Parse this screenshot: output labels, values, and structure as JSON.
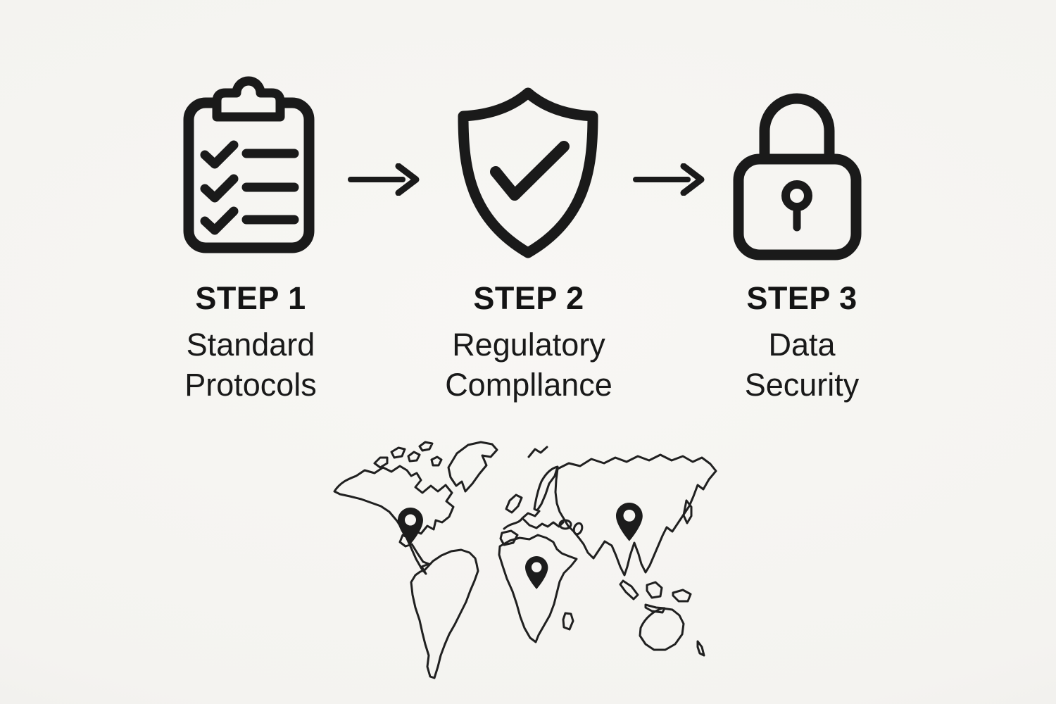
{
  "meta": {
    "background_color": "#f5f4f1",
    "ink_color": "#1a1a1a",
    "layout": "three-step-process-infographic-with-world-map"
  },
  "steps": [
    {
      "label": "STEP 1",
      "title": "Standard\nProtocols",
      "icon": "clipboard-checklist-icon"
    },
    {
      "label": "STEP 2",
      "title": "Regulatory\nCompllance",
      "icon": "shield-check-icon"
    },
    {
      "label": "STEP 3",
      "title": "Data\nSecurity",
      "icon": "padlock-icon"
    }
  ],
  "connectors": [
    {
      "icon": "arrow-right-icon"
    },
    {
      "icon": "arrow-right-icon"
    }
  ],
  "map": {
    "icon": "world-map-sketch",
    "pins": [
      {
        "icon": "map-pin-icon",
        "region": "north-america"
      },
      {
        "icon": "map-pin-icon",
        "region": "africa"
      },
      {
        "icon": "map-pin-icon",
        "region": "asia"
      }
    ]
  }
}
